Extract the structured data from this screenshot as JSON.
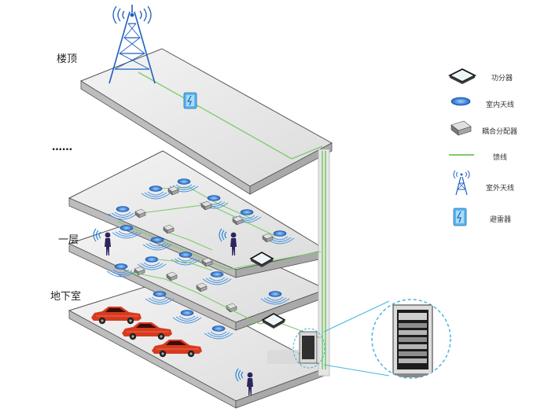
{
  "floors": {
    "roof": "楼顶",
    "ellipsis": "……",
    "first": "一层",
    "basement": "地下室"
  },
  "legend": {
    "power_splitter": "功分器",
    "indoor_antenna": "室内天线",
    "coupler": "耦合分配器",
    "feeder": "馈线",
    "outdoor_antenna": "室外天线",
    "lightning_arrester": "避雷器"
  },
  "colors": {
    "feeder": "#7ccc6a",
    "car": "#d63a1f",
    "antenna_blue": "#2f7fd8",
    "person": "#2b2660",
    "callout": "#49b6dc"
  }
}
